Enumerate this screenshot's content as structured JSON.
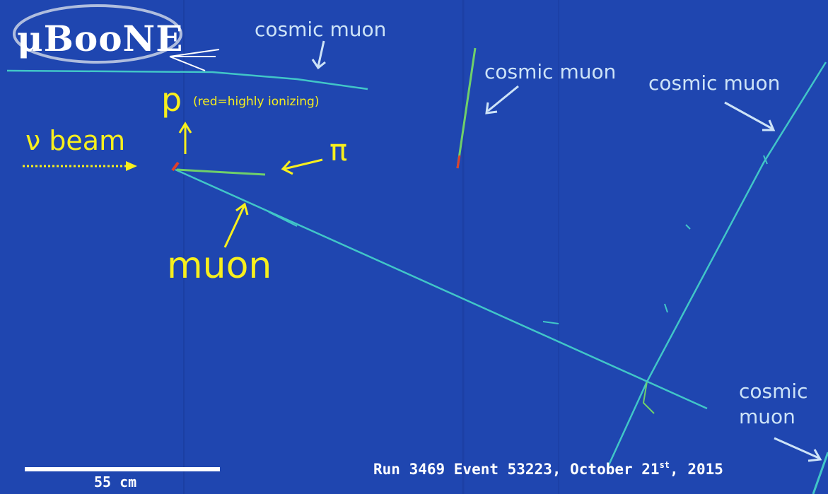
{
  "logo": {
    "text": "μBooNE"
  },
  "labels": {
    "cosmic_top": "cosmic muon",
    "cosmic_mid": "cosmic muon",
    "cosmic_right": "cosmic muon",
    "cosmic_bottom_line1": "cosmic",
    "cosmic_bottom_line2": "muon",
    "proton": "p",
    "proton_note": "(red=highly ionizing)",
    "beam": "ν beam",
    "pion": "π",
    "muon": "muon"
  },
  "run_info": {
    "prefix": "Run 3469 Event 53223, October 21",
    "suffix_sup": "st",
    "year": ", 2015"
  },
  "scale": {
    "label": "55 cm"
  },
  "colors": {
    "background": "#1f46b0",
    "track": "#41c6c8",
    "ionizing": "#e0402a",
    "annotation": "#f7ef1d",
    "cosmic_label": "#cde3f7"
  }
}
